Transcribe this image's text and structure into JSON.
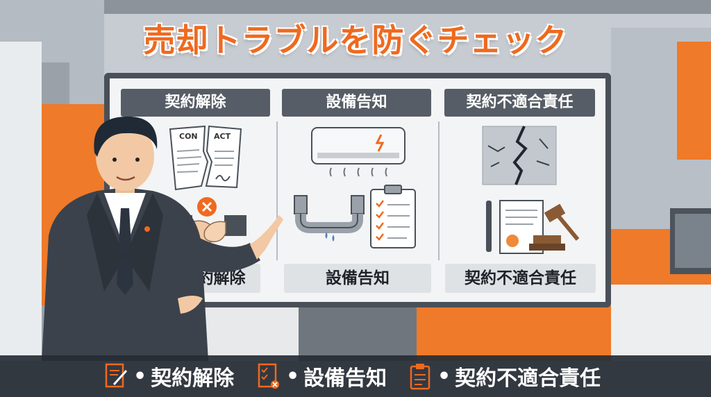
{
  "title": "売却トラブルを防ぐチェック",
  "panels": [
    {
      "header": "契約解除",
      "label": "契約解除",
      "doc_left": "CON",
      "doc_right": "ACT"
    },
    {
      "header": "設備告知",
      "label": "設備告知"
    },
    {
      "header": "契約不適合責任",
      "label": "契約不適合責任"
    }
  ],
  "footer": {
    "items": [
      {
        "icon": "document-pen-icon",
        "text": "契約解除"
      },
      {
        "icon": "checklist-x-icon",
        "text": "設備告知"
      },
      {
        "icon": "clipboard-icon",
        "text": "契約不適合責任"
      }
    ],
    "bullet": "•"
  },
  "colors": {
    "accent": "#ee6a1f",
    "header_bg": "#575d66",
    "footer_bg": "#262c34"
  }
}
